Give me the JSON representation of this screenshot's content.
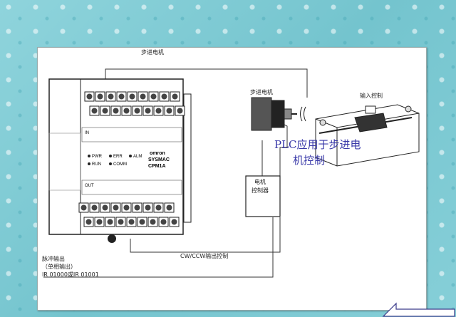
{
  "labels": {
    "motor_top": "步进电机",
    "motor_right": "步进电机",
    "input_control": "输入控制",
    "controller_line1": "电机",
    "controller_line2": "控制器",
    "cw_ccw": "CW/CCW输出控制",
    "pulse_out": "脉冲输出",
    "single_phase": "（单相输出）",
    "ir_address": "IR 01000或IR 01001"
  },
  "plc": {
    "brand": "omron",
    "model_line1": "SYSMAC",
    "model_line2": "CPM1A",
    "indicators": [
      "PWR",
      "ERR",
      "ALM",
      "RUN",
      "COMM"
    ],
    "in_header": "IN",
    "out_header": "OUT"
  },
  "title": {
    "line1": "PLC应用于步进电",
    "line2": "机控制"
  },
  "colors": {
    "background": "#7fcbd4",
    "title_text": "#3838a8"
  }
}
